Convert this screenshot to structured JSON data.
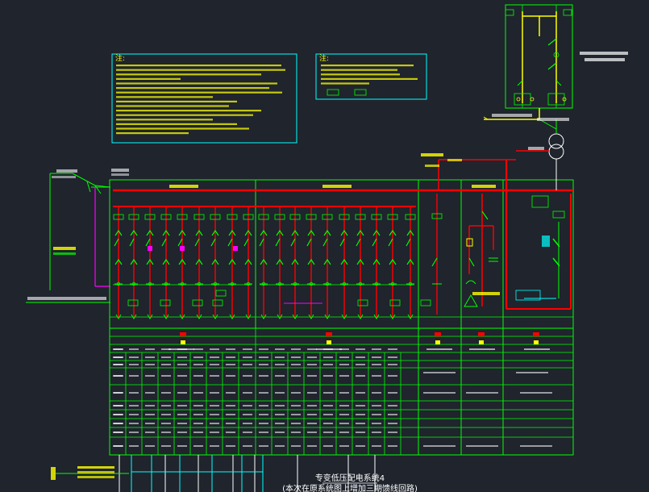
{
  "title_block": {
    "line1": "专变低压配电系统4",
    "line2": "(本次在原系统图上增加三期馈线回路)"
  },
  "notes": {
    "left_heading": "注:",
    "right_heading": "注:"
  },
  "colors": {
    "background": "#1f242d",
    "frame": "#00ff00",
    "busbar": "#ff0000",
    "annotation": "#ffff00",
    "cable": "#00ffff",
    "highlight": "#ff00ff",
    "text": "#ffffff"
  }
}
